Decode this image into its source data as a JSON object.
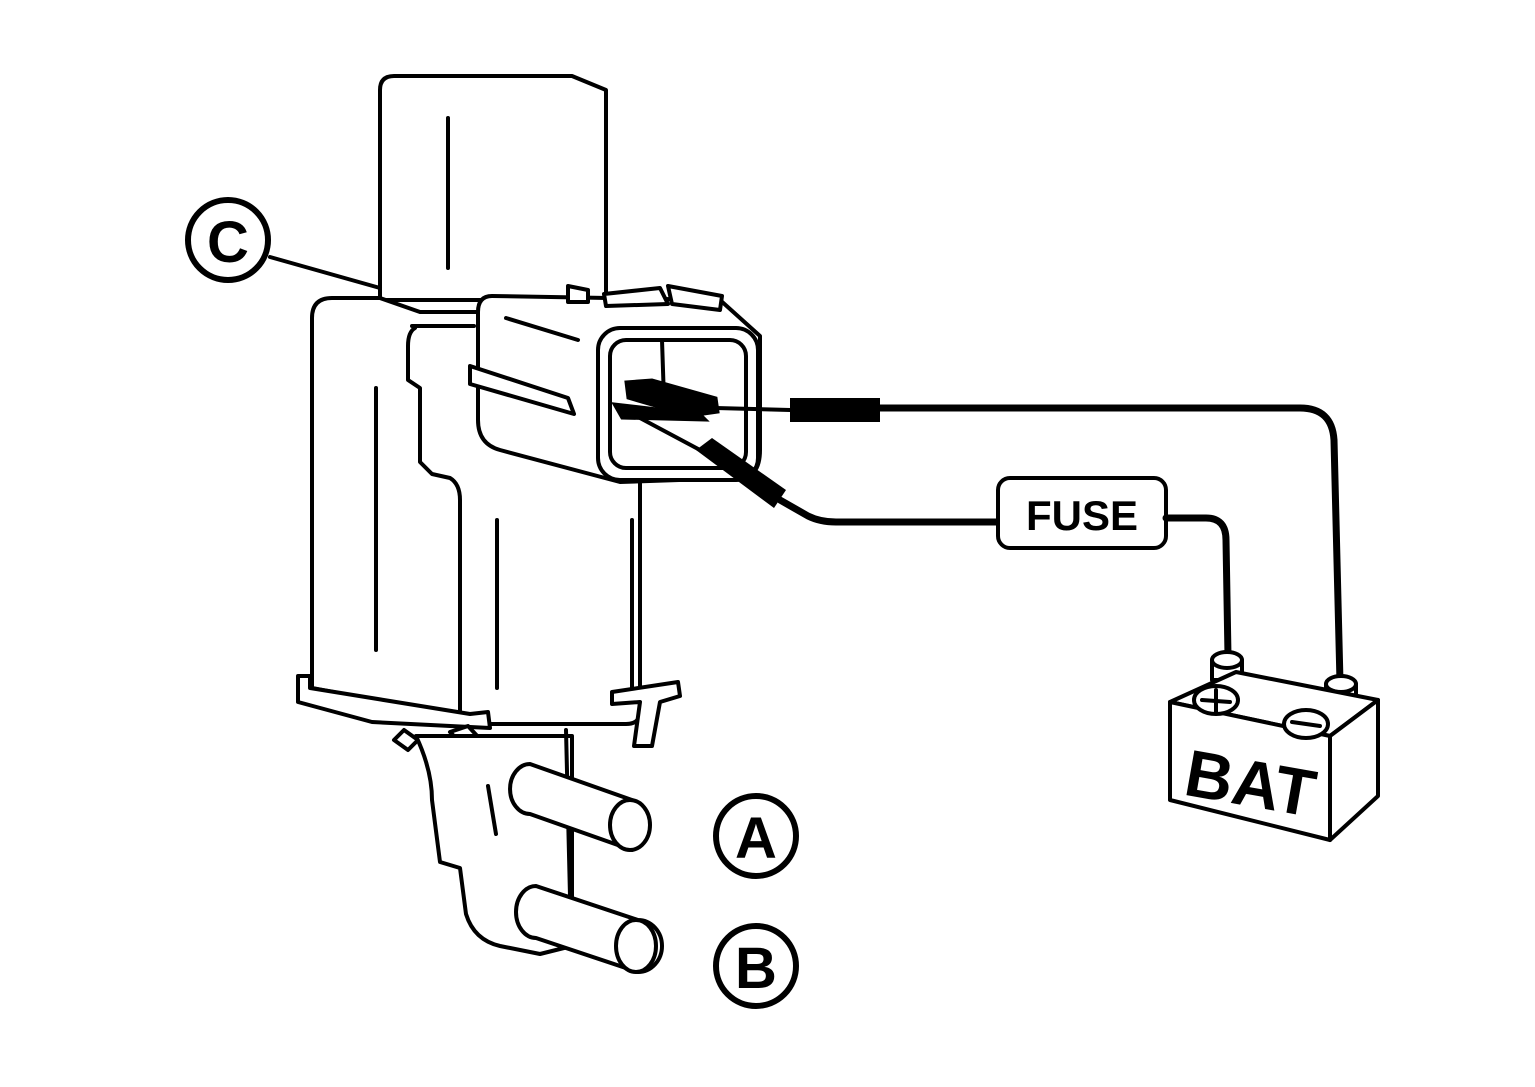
{
  "labels": {
    "callout_a": "A",
    "callout_b": "B",
    "callout_c": "C",
    "fuse": "FUSE",
    "battery": "BAT"
  },
  "colors": {
    "line": "#000000",
    "background": "#ffffff"
  }
}
